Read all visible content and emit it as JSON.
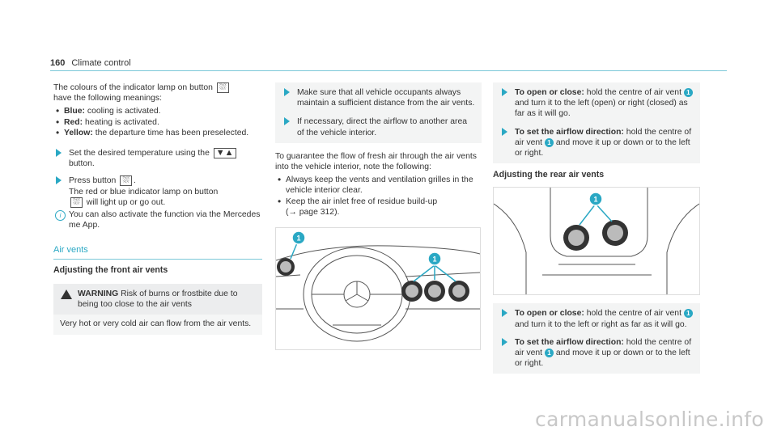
{
  "header": {
    "page_number": "160",
    "section": "Climate control"
  },
  "col1": {
    "intro": "The colours of the indicator lamp on button",
    "intro2": "have the following meanings:",
    "button_glyph": "⛆",
    "lamp_items": [
      {
        "label": "Blue:",
        "text": "cooling is activated."
      },
      {
        "label": "Red:",
        "text": "heating is activated."
      },
      {
        "label": "Yellow:",
        "text": "the departure time has been preselected."
      }
    ],
    "step1": "Set the desired temperature using the",
    "step1_glyph": "▼▲",
    "step1_end": "button.",
    "step2": "Press button",
    "step2_glyph": "⛆",
    "step2_line2": "The red or blue indicator lamp on button",
    "step2_line3": "will light up or go out.",
    "info": "You can also activate the function via the Mercedes me App.",
    "section_title": "Air vents",
    "sub_title": "Adjusting the front air vents",
    "warning_label": "WARNING",
    "warning_text": "Risk of burns or frostbite due to being too close to the air vents",
    "warning_body": "Very hot or very cold air can flow from the air vents."
  },
  "col2": {
    "step_a": "Make sure that all vehicle occupants always maintain a sufficient distance from the air vents.",
    "step_b": "If necessary, direct the airflow to another area of the vehicle interior.",
    "para": "To guarantee the flow of fresh air through the air vents into the vehicle interior, note the following:",
    "bullets": [
      "Always keep the vents and ventilation grilles in the vehicle interior clear.",
      "Keep the air inlet free of residue build-up"
    ],
    "page_ref": "(→ page 312).",
    "callout": "1"
  },
  "col3": {
    "s1_label": "To open or close:",
    "s1_text_a": "hold the centre of air vent",
    "s1_text_b": "and turn it to the left (open) or right (closed) as far as it will go.",
    "s2_label": "To set the airflow direction:",
    "s2_text_a": "hold the centre of air vent",
    "s2_text_b": "and move it up or down or to the left or right.",
    "sub_title": "Adjusting the rear air vents",
    "s3_label": "To open or close:",
    "s3_text_a": "hold the centre of air vent",
    "s3_text_b": "and turn it to the left or right as far as it will go.",
    "s4_label": "To set the airflow direction:",
    "s4_text_a": "hold the centre of air vent",
    "s4_text_b": "and move it up or down or to the left or right.",
    "callout": "1"
  },
  "watermark": "carmanualsonline.info"
}
